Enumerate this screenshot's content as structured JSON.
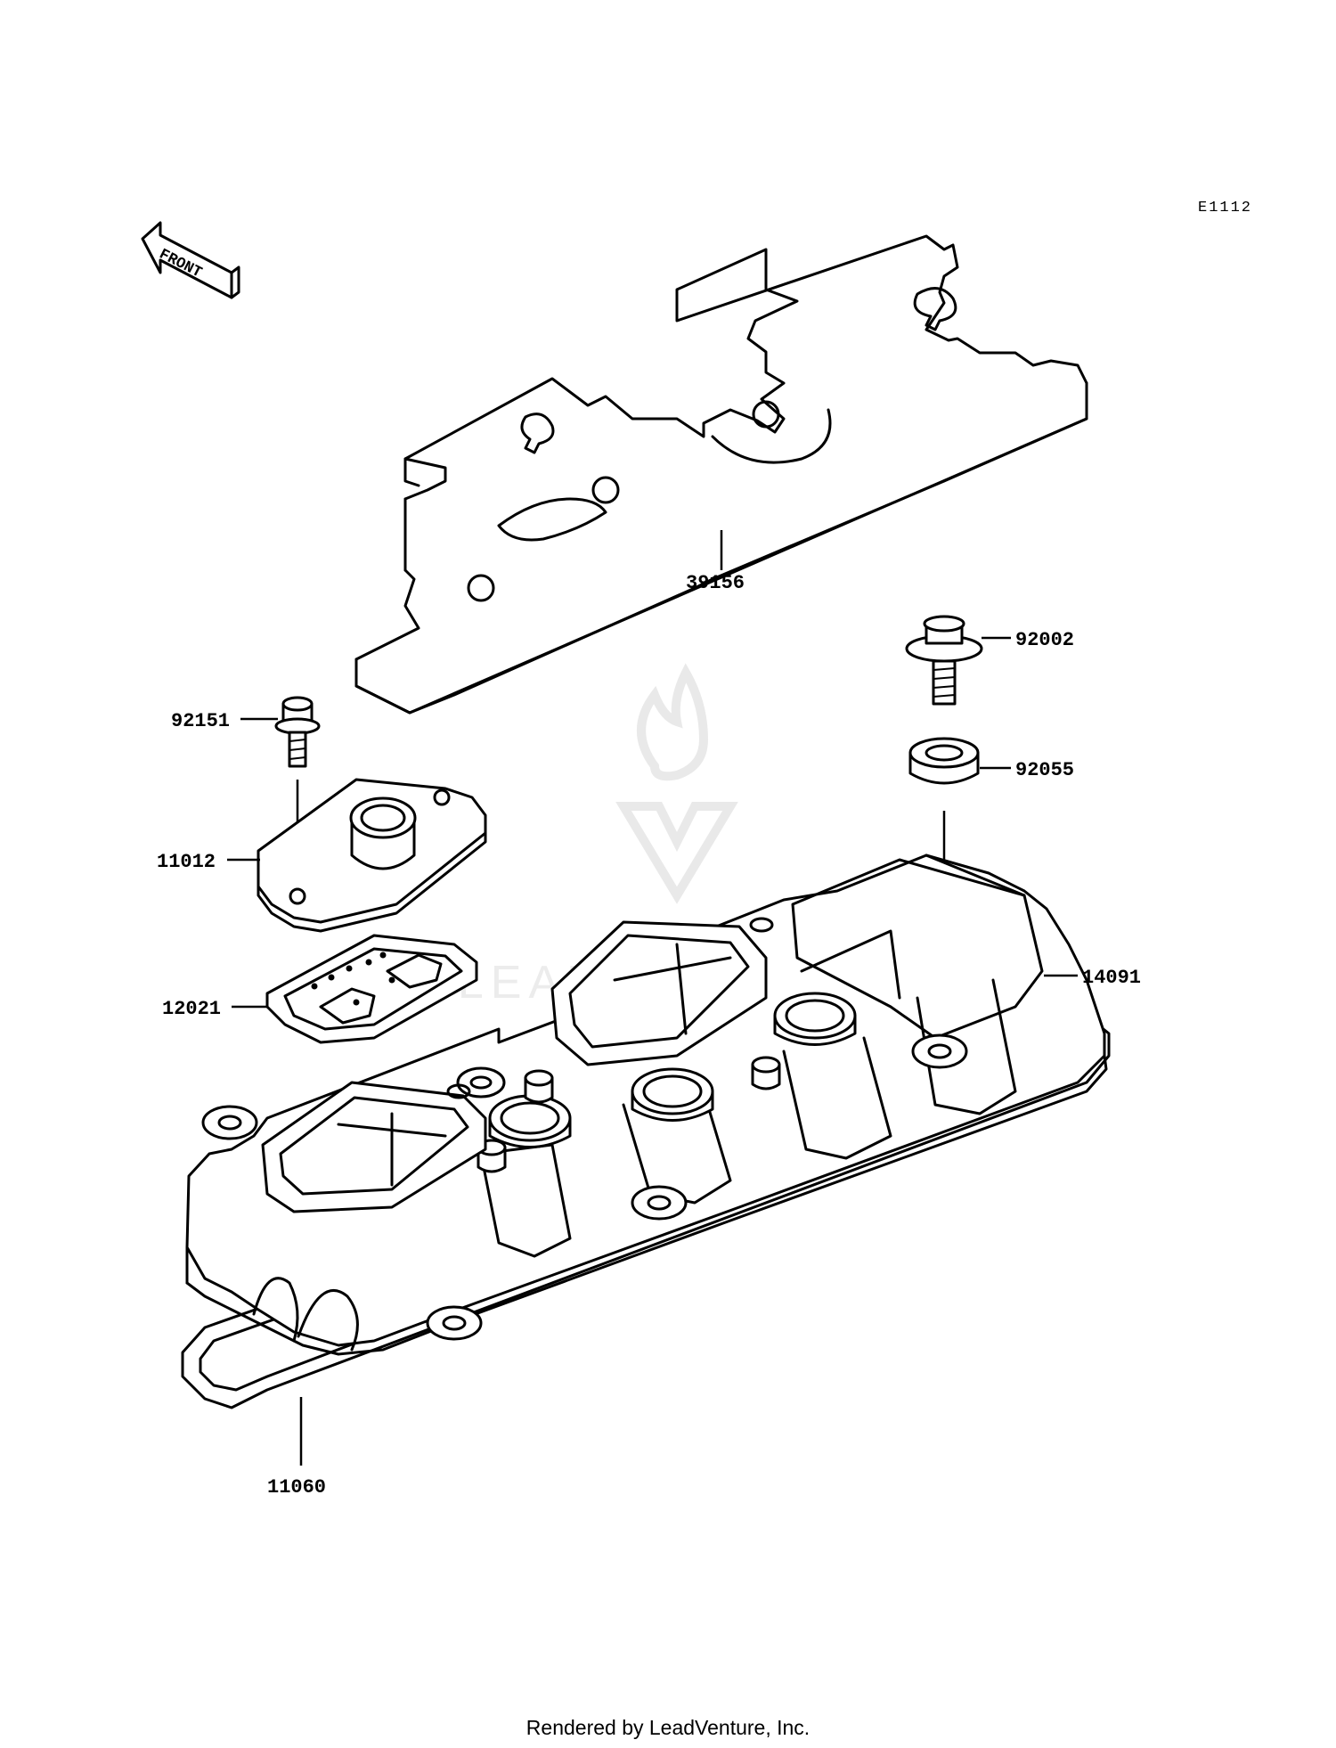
{
  "diagram": {
    "code": "E1112",
    "front_label": "FRONT",
    "watermark": "LEADVENTURE",
    "parts": [
      {
        "number": "39156",
        "part": "valve-cover-gasket-plate"
      },
      {
        "number": "92002",
        "part": "bolt"
      },
      {
        "number": "92151",
        "part": "bolt"
      },
      {
        "number": "92055",
        "part": "grommet"
      },
      {
        "number": "11012",
        "part": "breather-cover"
      },
      {
        "number": "14091",
        "part": "cylinder-head-cover"
      },
      {
        "number": "12021",
        "part": "breather-gasket"
      },
      {
        "number": "11060",
        "part": "head-cover-gasket"
      }
    ]
  },
  "footer": {
    "text": "Rendered by LeadVenture, Inc."
  }
}
